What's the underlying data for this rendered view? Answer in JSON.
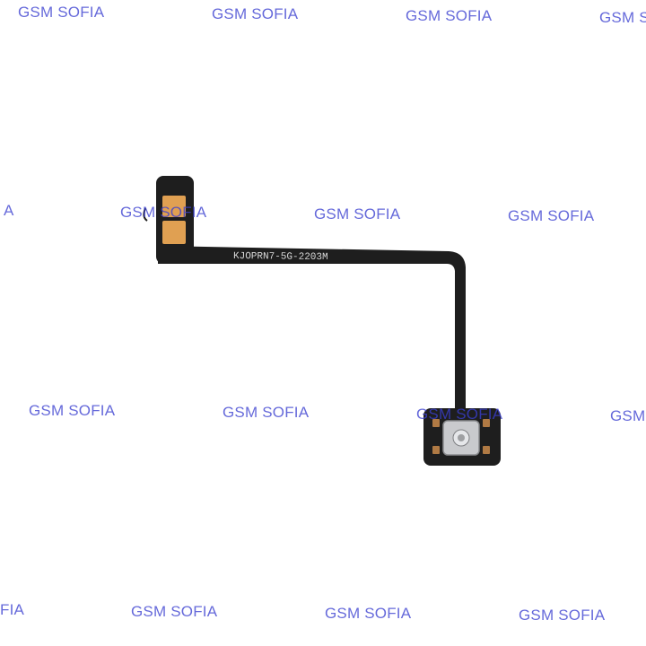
{
  "product": {
    "flex_label": "KJOPRN7-5G-2203M"
  },
  "watermarks": [
    "GSM SOFIA",
    "GSM SOFIA",
    "GSM SOFIA",
    "GSM SOFIA",
    "A",
    "GSM SOFIA",
    "GSM SOFIA",
    "GSM SOFIA",
    "GSM SOFIA",
    "GSM SOFIA",
    "GSM SOFIA",
    "GSM",
    "FIA",
    "GSM SOFIA",
    "GSM SOFIA",
    "GSM SOFIA"
  ],
  "colors": {
    "background": "#ffffff",
    "flex_cable": "#1e1e1e",
    "contact_pads": "#e0a052",
    "watermark": "#3a3fd0"
  }
}
